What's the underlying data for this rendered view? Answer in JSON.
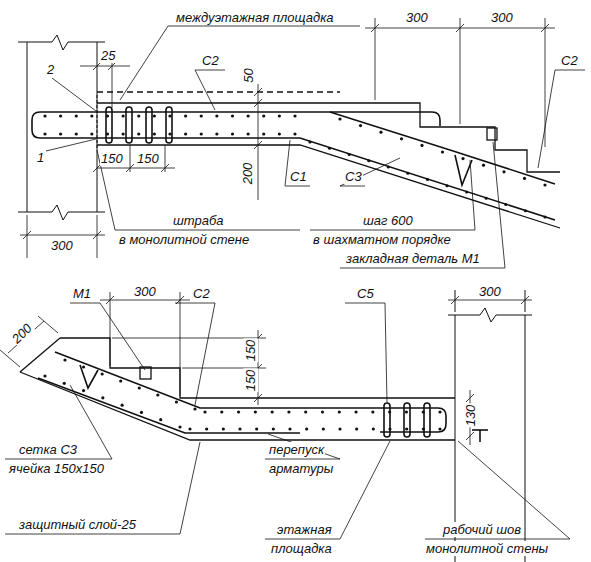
{
  "diagram": {
    "labels": [
      "междуэтажная площадка",
      "300",
      "300",
      "25",
      "2",
      "С2",
      "С2",
      "50",
      "1",
      "200",
      "150",
      "150",
      "С1",
      "С3",
      "300",
      "штраба",
      "в монолитной стене",
      "шаг 600",
      "в шахматном порядке",
      "закладная деталь М1",
      "М1",
      "300",
      "С2",
      "С5",
      "300",
      "200",
      "150",
      "150",
      "130",
      "сетка С3",
      "ячейка 150х150",
      "перепуск",
      "арматуры",
      "защитный слой-25",
      "этажная",
      "площадка",
      "рабочий шов",
      "монолитной стены"
    ]
  }
}
